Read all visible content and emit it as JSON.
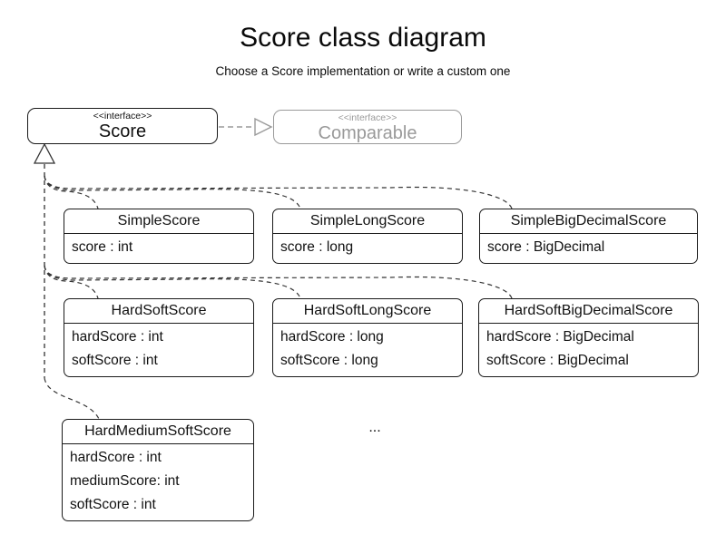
{
  "title": "Score class diagram",
  "subtitle": "Choose a Score implementation or write a custom one",
  "interfaces": {
    "score": {
      "stereotype": "<<interface>>",
      "name": "Score"
    },
    "comparable": {
      "stereotype": "<<interface>>",
      "name": "Comparable"
    }
  },
  "classes": [
    {
      "name": "SimpleScore",
      "attributes": [
        "score : int"
      ]
    },
    {
      "name": "SimpleLongScore",
      "attributes": [
        "score : long"
      ]
    },
    {
      "name": "SimpleBigDecimalScore",
      "attributes": [
        "score : BigDecimal"
      ]
    },
    {
      "name": "HardSoftScore",
      "attributes": [
        "hardScore : int",
        "softScore : int"
      ]
    },
    {
      "name": "HardSoftLongScore",
      "attributes": [
        "hardScore : long",
        "softScore : long"
      ]
    },
    {
      "name": "HardSoftBigDecimalScore",
      "attributes": [
        "hardScore : BigDecimal",
        "softScore : BigDecimal"
      ]
    },
    {
      "name": "HardMediumSoftScore",
      "attributes": [
        "hardScore : int",
        "mediumScore: int",
        "softScore : int"
      ]
    }
  ],
  "ellipsis": "...",
  "colors": {
    "line": "#333333",
    "muted": "#9a9a9a",
    "text": "#0a0a0a",
    "background": "#ffffff"
  }
}
